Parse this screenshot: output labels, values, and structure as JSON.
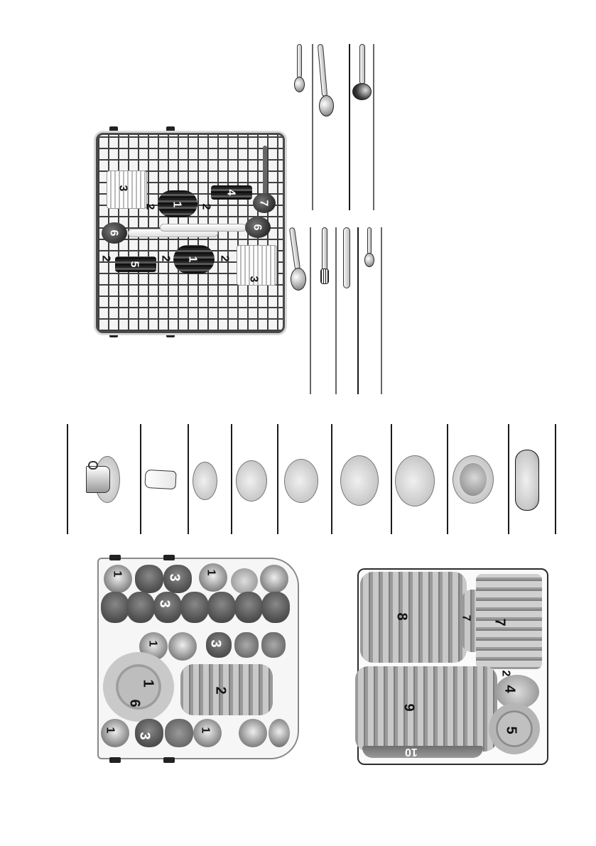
{
  "page": {
    "type": "dishwasher loading instructions (rotated layout)",
    "background": "#ffffff"
  },
  "cutlery_tray": {
    "labels": [
      "1",
      "1",
      "2",
      "2",
      "2",
      "2",
      "2",
      "2",
      "3",
      "3",
      "4",
      "5",
      "6",
      "6",
      "7"
    ],
    "positions": [
      {
        "label": "1",
        "item": "dark fan group upper-middle"
      },
      {
        "label": "1",
        "item": "dark fan group lower-middle"
      },
      {
        "label": "2",
        "item": "forks"
      },
      {
        "label": "3",
        "item": "knives (left top)"
      },
      {
        "label": "3",
        "item": "knives (right bottom)"
      },
      {
        "label": "4",
        "item": "dark stack right top"
      },
      {
        "label": "5",
        "item": "dark stack left bottom"
      },
      {
        "label": "6",
        "item": "ladle left"
      },
      {
        "label": "6",
        "item": "ladle right"
      },
      {
        "label": "7",
        "item": "serving spoon"
      }
    ]
  },
  "cutlery_legend": {
    "top_row": [
      {
        "icon": "teaspoon-icon"
      },
      {
        "icon": "tablespoon-icon"
      },
      {
        "icon": "ladle-icon"
      }
    ],
    "bottom_row": [
      {
        "icon": "spoon-icon"
      },
      {
        "icon": "fork-icon"
      },
      {
        "icon": "knife-icon"
      },
      {
        "icon": "small-spoon-icon"
      }
    ]
  },
  "dish_legend": {
    "items": [
      {
        "icon": "cup-saucer-icon"
      },
      {
        "icon": "glass-icon"
      },
      {
        "icon": "small-bowl-icon"
      },
      {
        "icon": "medium-bowl-icon"
      },
      {
        "icon": "large-bowl-icon"
      },
      {
        "icon": "dessert-plate-icon"
      },
      {
        "icon": "dinner-plate-icon"
      },
      {
        "icon": "soup-plate-icon"
      },
      {
        "icon": "oval-platter-icon"
      }
    ]
  },
  "upper_basket": {
    "labels": {
      "cups": "1",
      "plates": "2",
      "glasses": "3",
      "big_bowl": "6"
    }
  },
  "lower_basket": {
    "labels": {
      "bowl_small": "4",
      "bowl_large": "5",
      "small_plates": "7",
      "dessert_plates": "2",
      "dinner_plates": "8",
      "soup_plates": "9",
      "platter": "10"
    }
  }
}
